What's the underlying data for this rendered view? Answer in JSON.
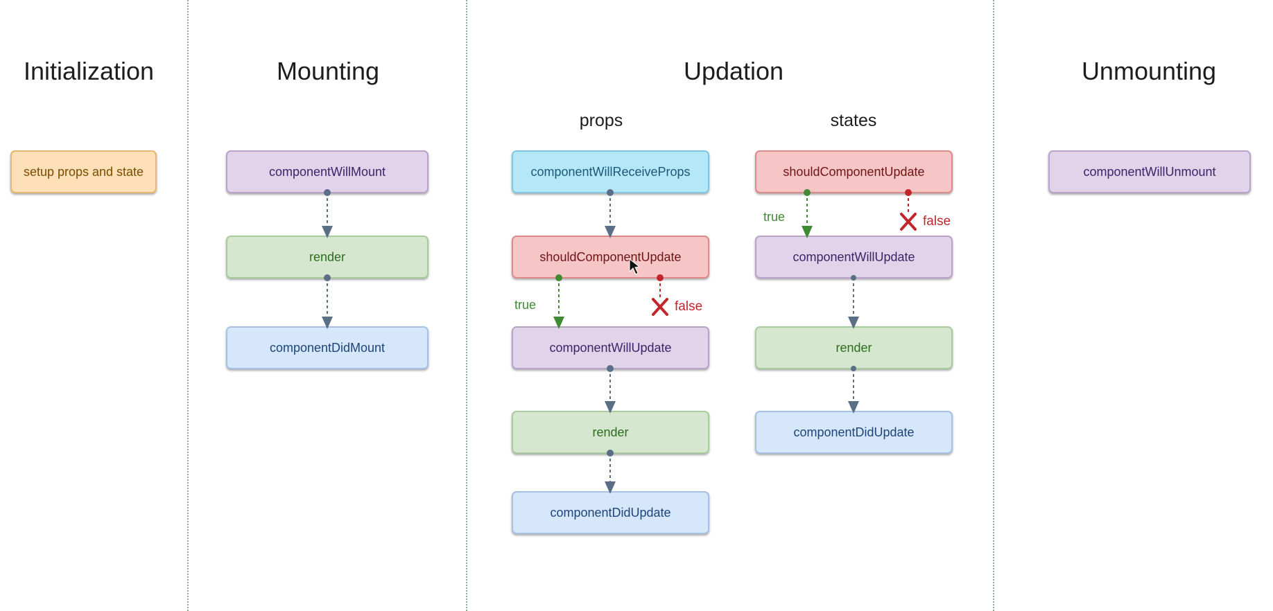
{
  "headings": {
    "initialization": "Initialization",
    "mounting": "Mounting",
    "updation": "Updation",
    "unmounting": "Unmounting",
    "props": "props",
    "states": "states"
  },
  "initialization": {
    "setup": "setup props and state"
  },
  "mounting": {
    "will_mount": "componentWillMount",
    "render": "render",
    "did_mount": "componentDidMount"
  },
  "updation_props": {
    "will_receive_props": "componentWillReceiveProps",
    "should_update": "shouldComponentUpdate",
    "true_label": "true",
    "false_label": "false",
    "will_update": "componentWillUpdate",
    "render": "render",
    "did_update": "componentDidUpdate"
  },
  "updation_states": {
    "should_update": "shouldComponentUpdate",
    "true_label": "true",
    "false_label": "false",
    "will_update": "componentWillUpdate",
    "render": "render",
    "did_update": "componentDidUpdate"
  },
  "unmounting": {
    "will_unmount": "componentWillUnmount"
  },
  "colors": {
    "setup": "#fde0b8",
    "lifecycle": "#e1d3ea",
    "render": "#d5e8cf",
    "did": "#d6e6fb",
    "receive_props": "#b4e8f9",
    "should_update": "#f6c6c6",
    "true": "#3f8a33",
    "false": "#c0262c",
    "arrow": "#5a6f85"
  }
}
